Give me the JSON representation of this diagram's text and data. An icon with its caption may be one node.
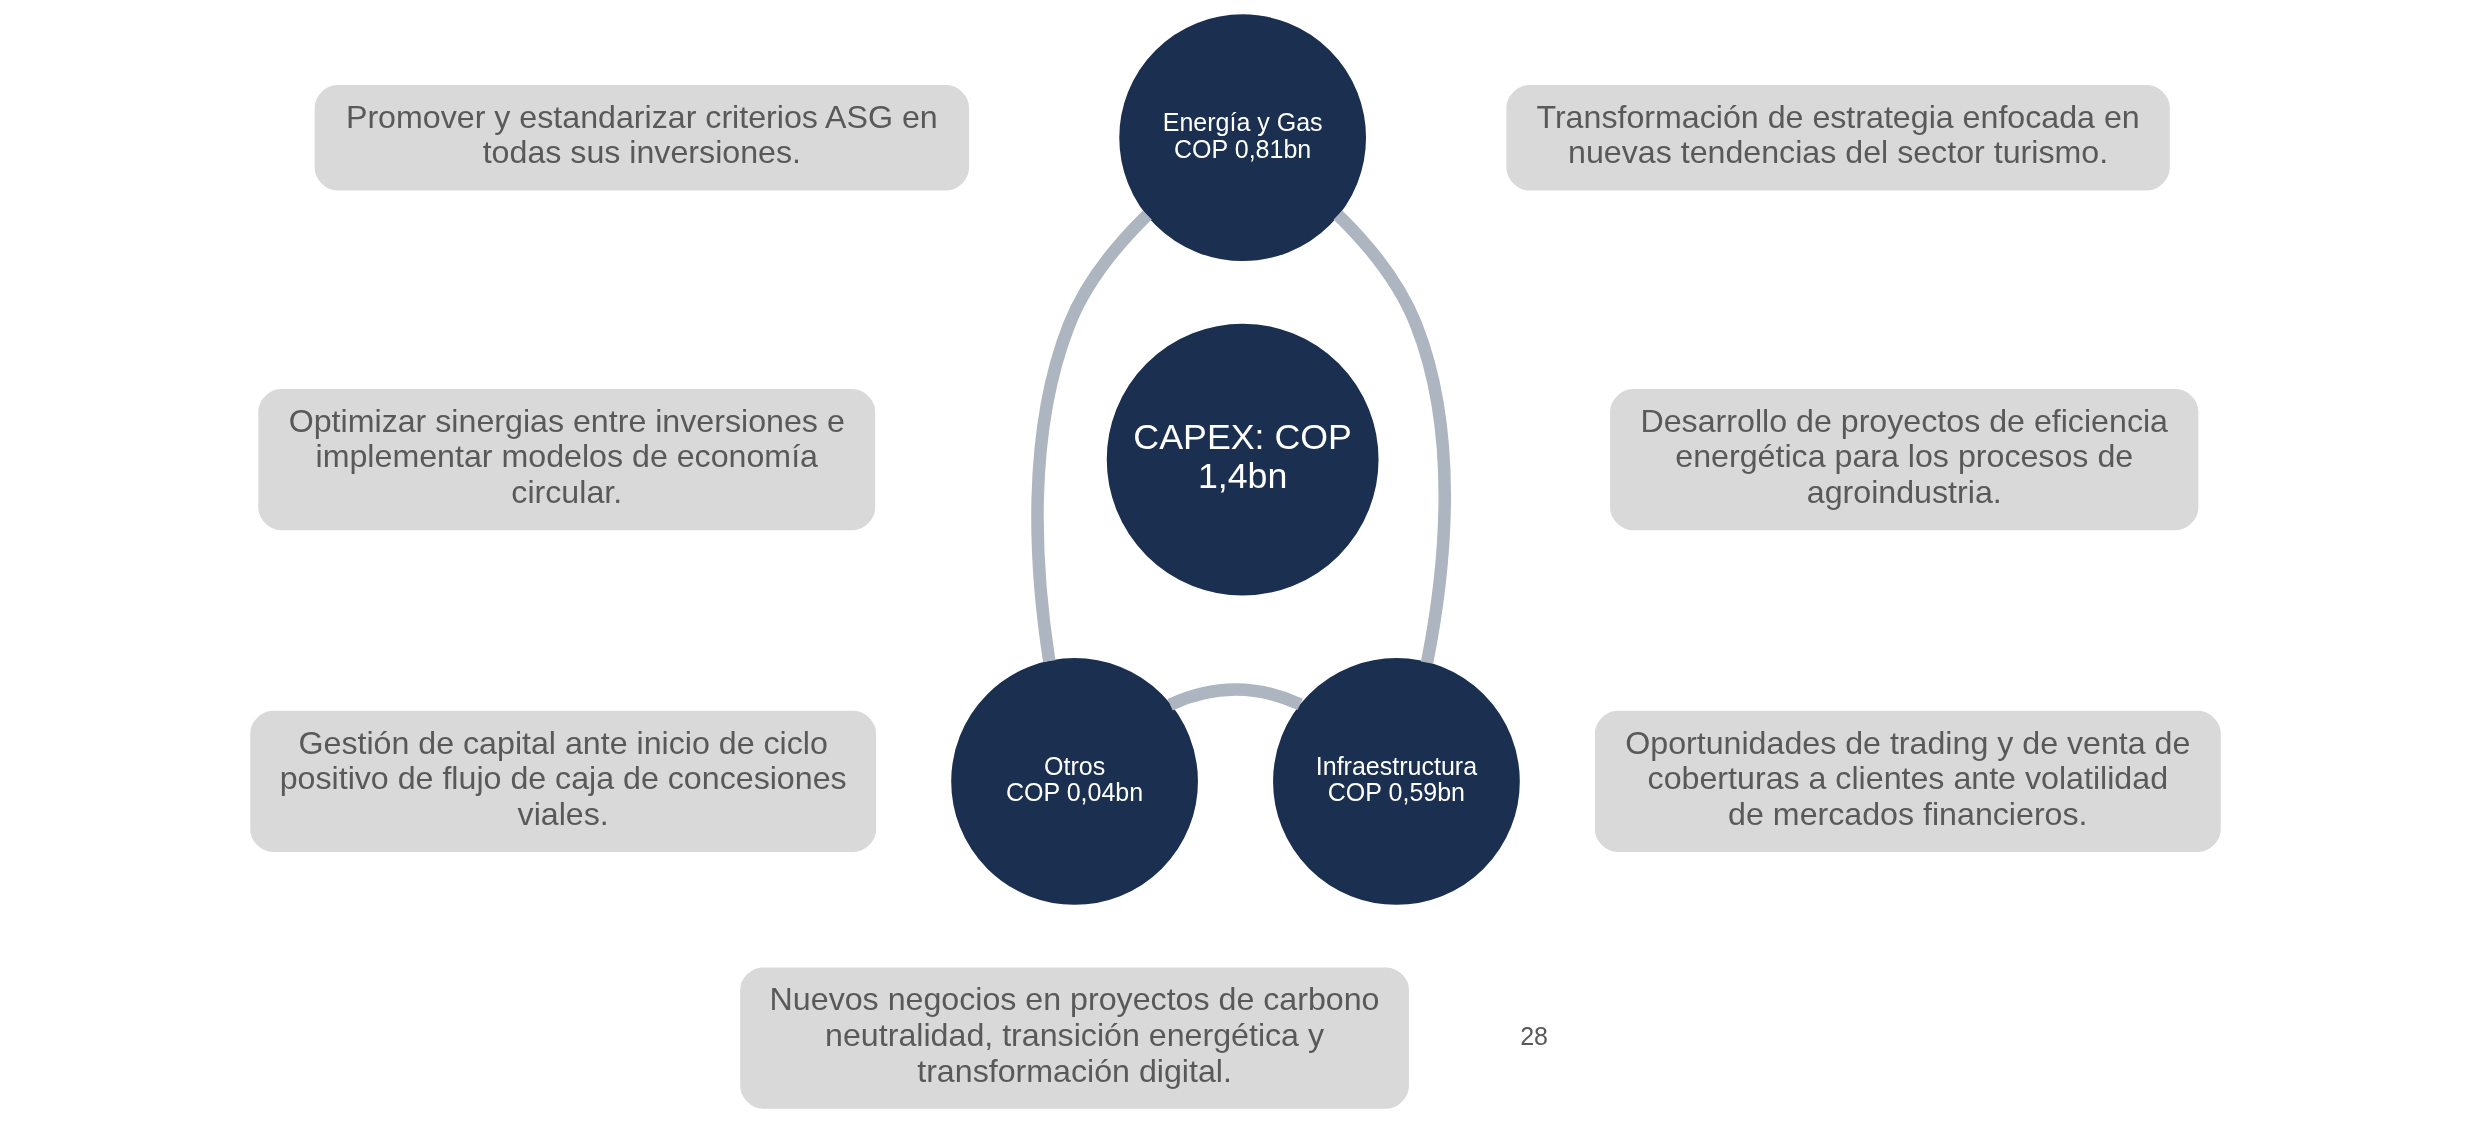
{
  "diagram": {
    "nodes": [
      {
        "text": [
          "Promover y estandarizar criterios ASG en todas sus inversiones."
        ]
      },
      {
        "text": [
          "Transformación de estrategia enfocada en nuevas tendencias del sector turismo."
        ]
      },
      {
        "text": [
          "Energía y Gas",
          "COP 0,81bn"
        ]
      },
      {
        "text": [
          "Optimizar sinergias entre inversiones e implementar modelos de economía circular."
        ]
      },
      {
        "text": [
          "Desarrollo de proyectos de eficiencia energética para los procesos de agroindustria."
        ]
      },
      {
        "text": [
          "CAPEX: COP 1,4bn"
        ]
      },
      {
        "text": [
          "Otros",
          "COP 0,04bn"
        ]
      },
      {
        "text": [
          "Infraestructura",
          "COP 0,59bn"
        ]
      },
      {
        "text": [
          "Gestión de capital ante inicio de ciclo positivo de flujo de caja de concesiones viales."
        ]
      },
      {
        "text": [
          "Oportunidades de trading y de venta de coberturas a clientes ante volatilidad de mercados financieros."
        ]
      },
      {
        "text": [
          "Nuevos negocios en proyectos de carbono neutralidad, transición energética y transformación digital."
        ]
      }
    ],
    "edges": [
      {
        "from": 2,
        "to": 7,
        "arrow": "none"
      },
      {
        "from": 7,
        "to": 6,
        "arrow": "none"
      },
      {
        "from": 6,
        "to": 2,
        "arrow": "none"
      }
    ],
    "labels": [
      "28"
    ]
  }
}
